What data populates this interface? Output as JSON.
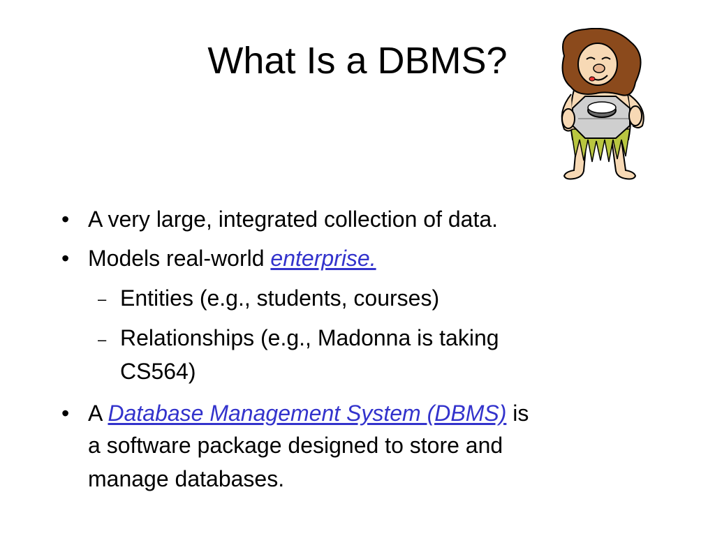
{
  "slide": {
    "title": "What Is a DBMS?",
    "clipart_icon": "caveman-holding-stone-wheel-icon",
    "bullets": [
      {
        "text": "A very large, integrated collection of data."
      },
      {
        "text_before": "Models real-world ",
        "link": "enterprise."
      }
    ],
    "sub_bullets": [
      {
        "text": " Entities (e.g., students, courses)"
      },
      {
        "line1": " Relationships (e.g., Madonna is taking",
        "line2": "CS564)"
      }
    ],
    "last_bullet": {
      "text_before": "A ",
      "link": "Database Management System (DBMS)",
      "text_after": " is",
      "line2": "a software package designed to store and",
      "line3": "manage databases."
    },
    "bullet_symbol": "•",
    "dash_symbol": "–",
    "link_color": "#3333cc"
  }
}
